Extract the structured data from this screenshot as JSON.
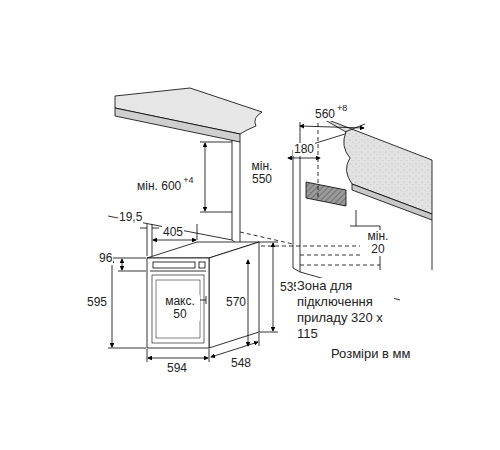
{
  "diagram": {
    "labels": [
      "560",
      "+8",
      "мін. 600",
      "+4",
      "мін. 550",
      "180",
      "мін. 20",
      "19,5",
      "405",
      "96",
      "595",
      "макс. 50",
      "570",
      "535",
      "594",
      "548",
      "Зона для підключення приладу 320 x 115",
      "Розміри в мм"
    ]
  }
}
